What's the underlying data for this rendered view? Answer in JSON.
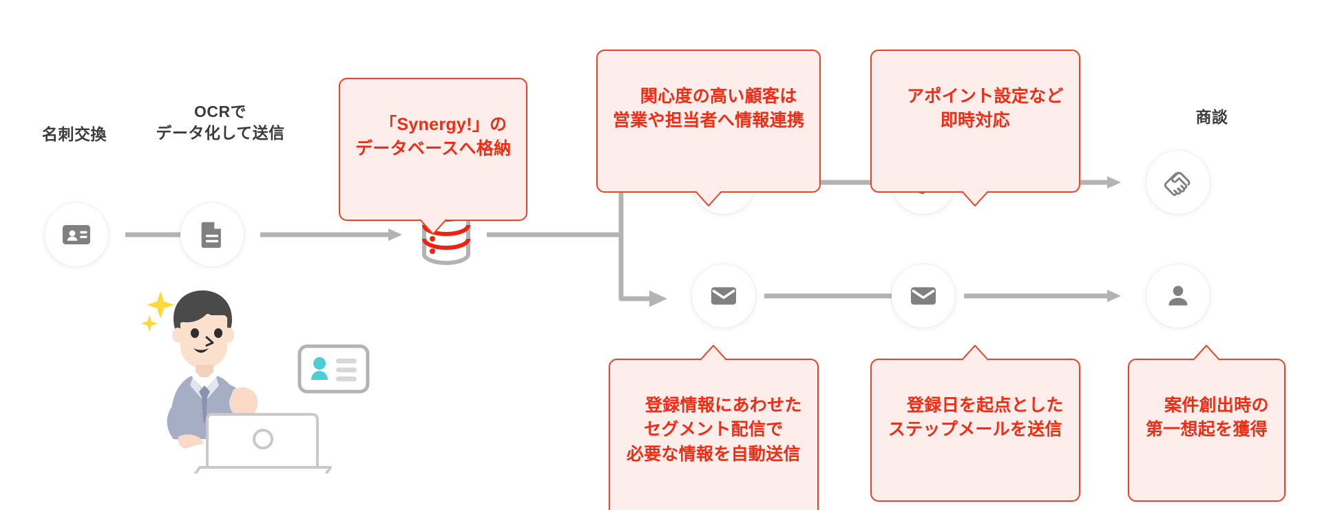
{
  "diagram": {
    "title_colors": {
      "accent_red": "#ee2d14",
      "callout_border": "#ee4023",
      "callout_fill": "#fdeeeb",
      "icon_gray": "#808080",
      "connector_gray": "#b3b3b3",
      "label_dark": "#3b3b3b",
      "db_red": "#ee2211",
      "teal": "#4ecdd4",
      "sparkle_yellow": "#ffd93b"
    },
    "stage_labels": [
      {
        "id": "exchange",
        "text": "名刺交換"
      },
      {
        "id": "ocr",
        "text": "OCRで\nデータ化して送信"
      },
      {
        "id": "meeting",
        "text": "商談"
      }
    ],
    "callouts": [
      {
        "id": "synergy-db",
        "text": "「Synergy!」の\nデータベースへ格納",
        "tail": "down"
      },
      {
        "id": "high-interest",
        "text": "関心度の高い顧客は\n営業や担当者へ情報連携",
        "tail": "down"
      },
      {
        "id": "appointment",
        "text": "アポイント設定など\n即時対応",
        "tail": "down"
      },
      {
        "id": "segment-delivery",
        "text": "登録情報にあわせた\nセグメント配信で\n必要な情報を自動送信",
        "tail": "up"
      },
      {
        "id": "step-mail",
        "text": "登録日を起点とした\nステップメールを送信",
        "tail": "up"
      },
      {
        "id": "first-recall",
        "text": "案件創出時の\n第一想起を獲得",
        "tail": "up"
      }
    ],
    "nodes": [
      {
        "id": "business-card",
        "icon": "business-card-icon"
      },
      {
        "id": "document",
        "icon": "document-icon"
      },
      {
        "id": "person-top",
        "icon": "person-icon"
      },
      {
        "id": "phone-person",
        "icon": "phone-person-icon"
      },
      {
        "id": "handshake",
        "icon": "handshake-icon"
      },
      {
        "id": "mail-first",
        "icon": "mail-icon"
      },
      {
        "id": "mail-second",
        "icon": "mail-icon"
      },
      {
        "id": "person-bottom",
        "icon": "person-icon"
      }
    ],
    "database": {
      "id": "synergy-database",
      "icon": "database-icon",
      "badge_icon": "synergy-logo-icon"
    },
    "illustration": {
      "id": "businessman-laptop",
      "icon": "businessman-with-laptop-illustration",
      "card_icon": "contact-card-icon",
      "sparkle_icon": "sparkle-icon"
    }
  }
}
